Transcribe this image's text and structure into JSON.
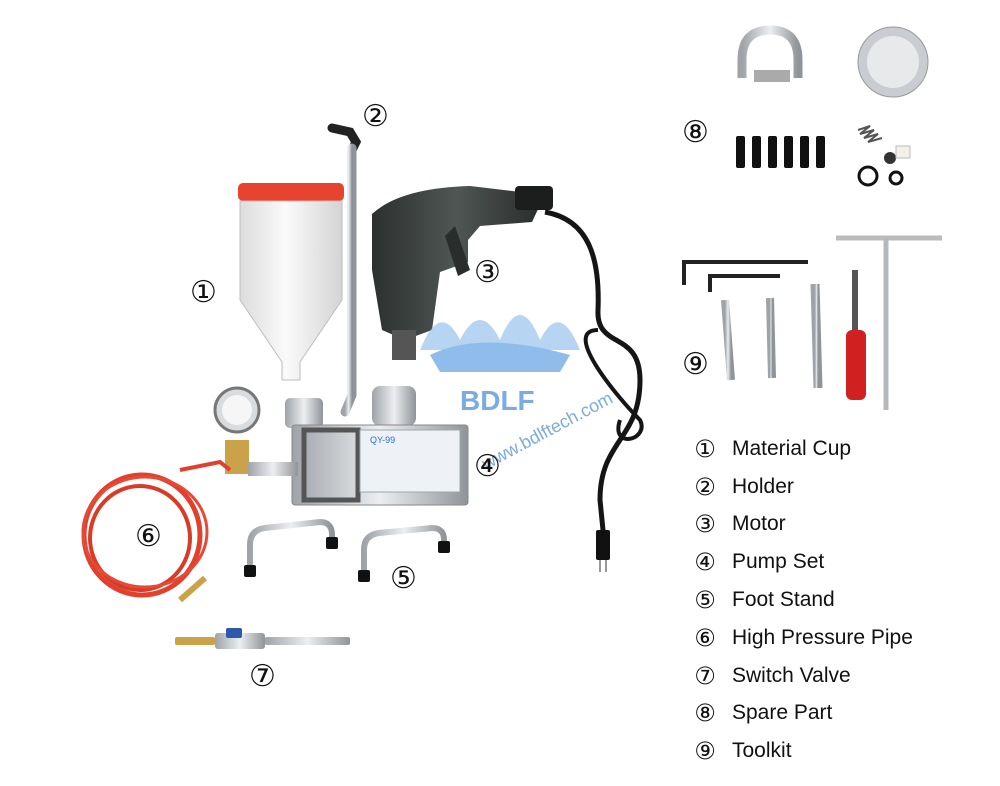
{
  "callouts": [
    "①",
    "②",
    "③",
    "④",
    "⑤",
    "⑥",
    "⑦",
    "⑧",
    "⑨"
  ],
  "legend": [
    {
      "num": "①",
      "label": "Material Cup"
    },
    {
      "num": "②",
      "label": "Holder"
    },
    {
      "num": "③",
      "label": "Motor"
    },
    {
      "num": "④",
      "label": "Pump Set"
    },
    {
      "num": "⑤",
      "label": "Foot Stand"
    },
    {
      "num": "⑥",
      "label": "High Pressure Pipe"
    },
    {
      "num": "⑦",
      "label": "Switch Valve"
    },
    {
      "num": "⑧",
      "label": "Spare Part"
    },
    {
      "num": "⑨",
      "label": "Toolkit"
    }
  ],
  "watermark": {
    "brand": "BDLF",
    "url": "www.bdlftech.com"
  },
  "pump_label": {
    "model": "QY-99"
  },
  "colors": {
    "cup_cap": "#e8432f",
    "cup_body": "#f2f2f2",
    "hose": "#e0402c",
    "motor": "#3a3f3d",
    "metal": "#c9ccd0",
    "handle_grip": "#111111",
    "screwdriver": "#d02020",
    "logo_blue": "#4f8fd6"
  },
  "icons": [
    "material-cup",
    "holder",
    "motor",
    "pump-set",
    "foot-stand",
    "high-pressure-pipe",
    "switch-valve",
    "spare-part",
    "toolkit"
  ]
}
